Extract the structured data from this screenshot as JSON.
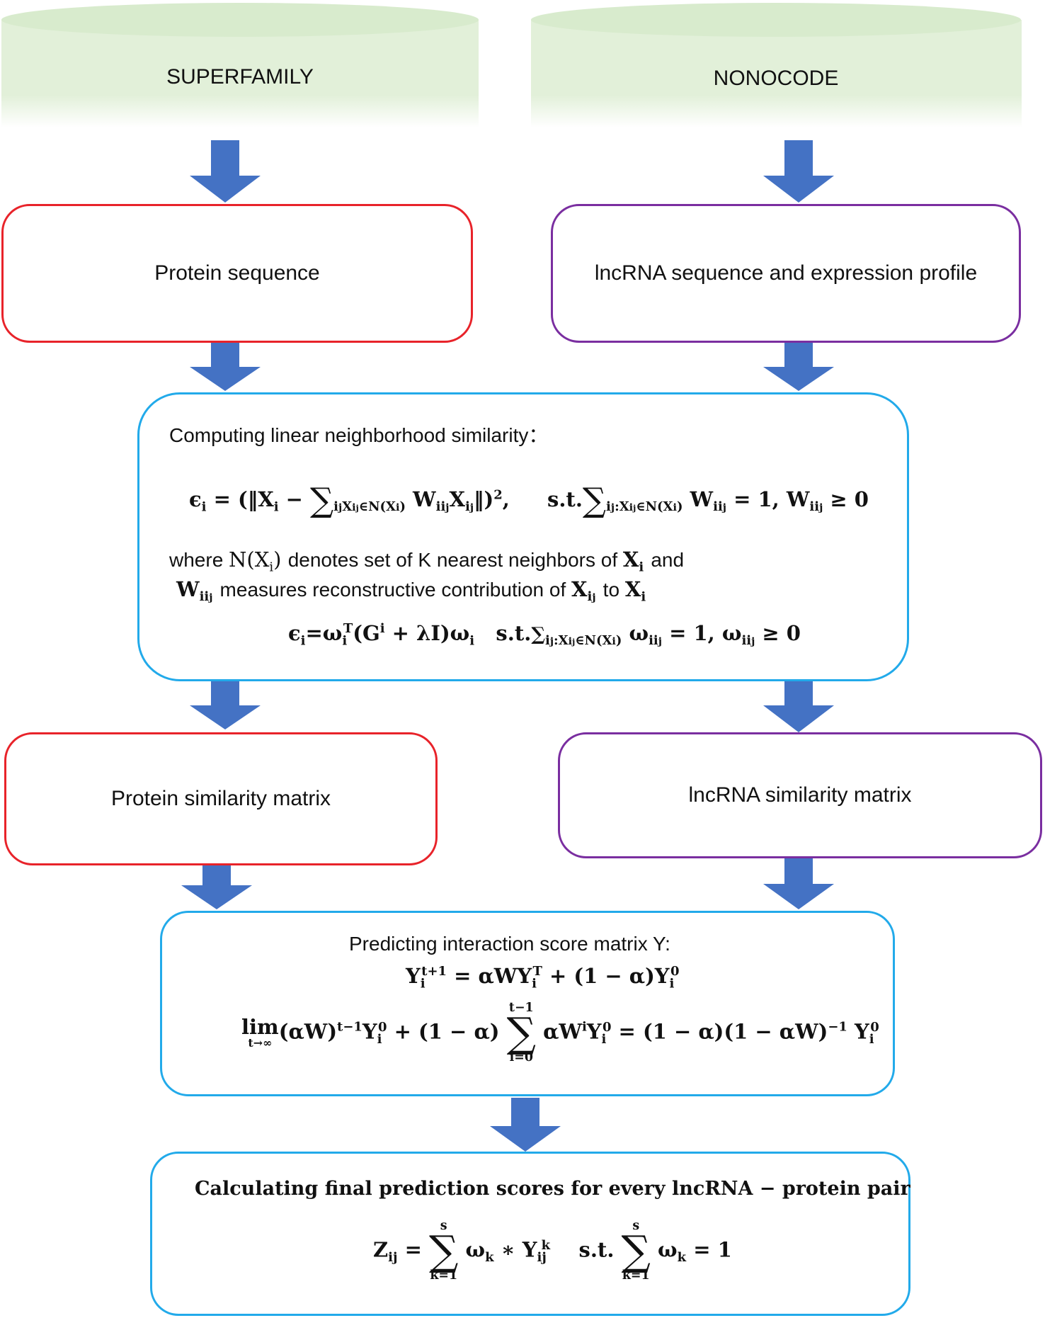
{
  "sources": {
    "left": "SUPERFAMILY",
    "right": "NONOCODE"
  },
  "level1": {
    "left": "Protein sequence",
    "right": "lncRNA sequence and expression profile"
  },
  "similarity_step": {
    "title": "Computing linear neighborhood similarity：",
    "where_line1_a": "where",
    "where_line1_b": "denotes set of K nearest neighbors of",
    "where_line1_c": "and",
    "where_line2_a": "measures reconstructive contribution of",
    "where_line2_b": "to"
  },
  "level2": {
    "left": "Protein similarity matrix",
    "right": "lncRNA similarity matrix"
  },
  "predict_step": {
    "title": "Predicting interaction score matrix Y:"
  },
  "final_step": {
    "title": "Calculating final prediction scores for every lncRNA − protein pair"
  },
  "colors": {
    "arrow": "#4472c4",
    "protein_border": "#e8232a",
    "lncrna_border": "#7a2ea0",
    "process_border": "#22aaea",
    "database_fill": "#e2f0d9"
  }
}
